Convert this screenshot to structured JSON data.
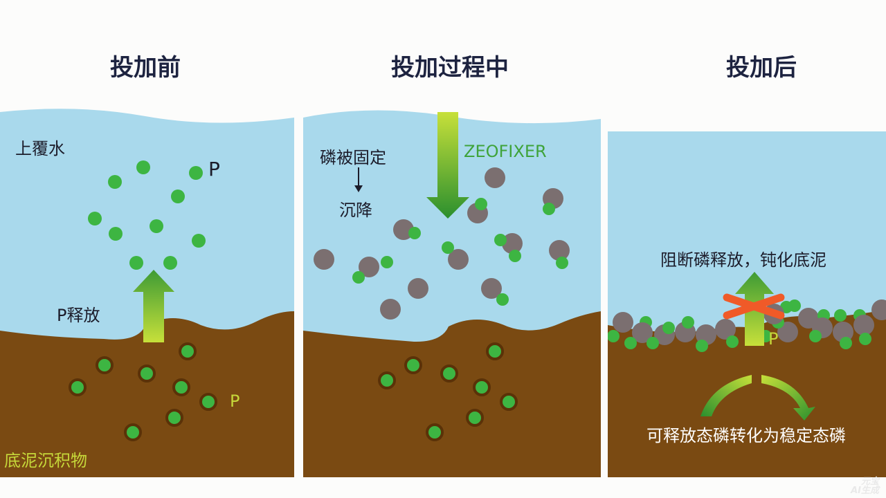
{
  "titles": {
    "before": "投加前",
    "during": "投加过程中",
    "after": "投加后"
  },
  "panel_before": {
    "water_label": "上覆水",
    "p_label_water": "P",
    "release_label": "P释放",
    "p_label_sediment": "P",
    "sediment_label": "底泥沉积物"
  },
  "panel_during": {
    "fix_label": "磷被固定",
    "settle_label": "沉降",
    "product_label": "ZEOFIXER"
  },
  "panel_after": {
    "block_label": "阻断磷释放，钝化底泥",
    "p_label": "P",
    "convert_label": "可释放态磷转化为稳定态磷"
  },
  "watermark": {
    "line1": "元宝",
    "line2": "AI生成"
  },
  "colors": {
    "water": "#a9d9ec",
    "sediment": "#7a4a12",
    "phosphorus": "#3db542",
    "binder": "#7b6f70",
    "arrow_up": "#a9cf37",
    "arrow_down": "#2a8f2e",
    "block_cross": "#f05a28"
  },
  "icons": [
    "arrow-up-icon",
    "arrow-down-icon",
    "cross-icon",
    "curved-arrow-icon"
  ]
}
